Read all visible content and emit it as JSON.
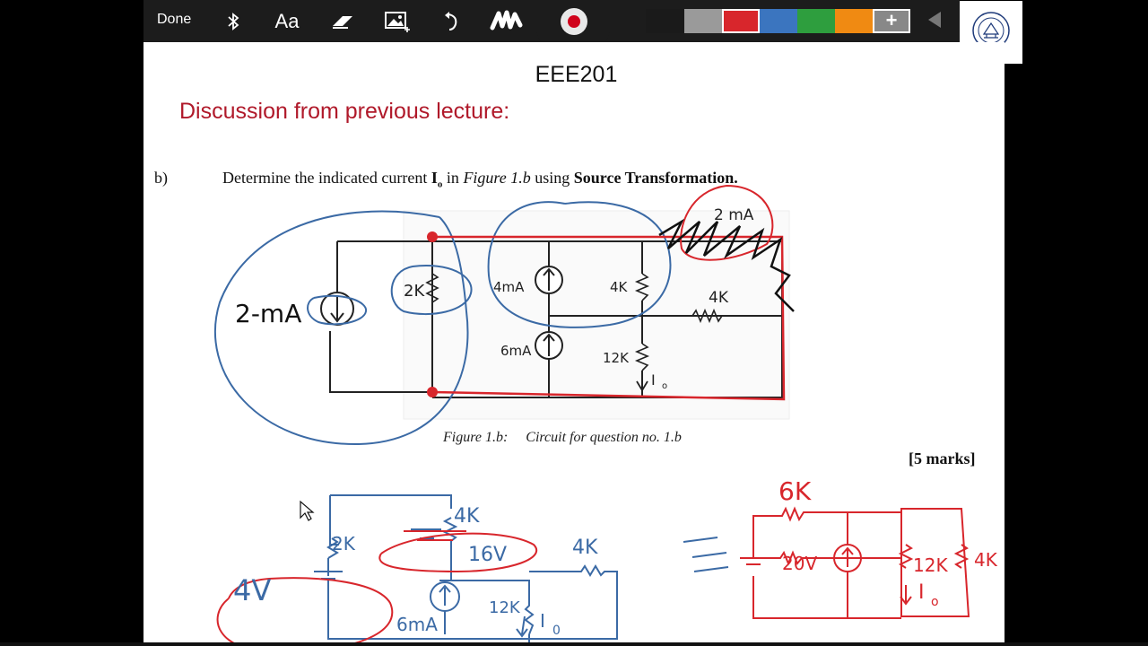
{
  "toolbar": {
    "done_label": "Done",
    "text_tool_label": "Aa",
    "icons": [
      "bluetooth-icon",
      "eraser-icon",
      "image-icon",
      "undo-icon",
      "marker-icon",
      "record-icon",
      "plus-icon",
      "chevron-left-icon"
    ],
    "colors": [
      "#1a1a1a",
      "#9a9a9a",
      "#d8262c",
      "#3b75bf",
      "#2e9e3e",
      "#f08a12"
    ],
    "selected_color": "#d8262c"
  },
  "slide": {
    "title": "EEE201",
    "heading": "Discussion from previous lecture:",
    "question": {
      "label": "b)",
      "text_1": "Determine the indicated current ",
      "current_symbol": "I",
      "current_subscript": "o",
      "text_2": " in ",
      "figure_ref": "Figure 1.b",
      "text_3": " using ",
      "method": "Source Transformation."
    },
    "figure_caption_1": "Figure 1.b:",
    "figure_caption_2": "Circuit for question no. 1.b",
    "marks": "[5 marks]"
  },
  "circuit_labels": {
    "source_2ma": "2 mA",
    "r_2k": "2K",
    "source_4ma": "4mA",
    "r_4k_vertical": "4K",
    "r_4k_horizontal": "4K",
    "source_6ma": "6mA",
    "r_12k": "12K",
    "current_io": "I",
    "current_io_sub": "o"
  },
  "ink_labels": {
    "left_2ma": "2-mA",
    "left_2k": "2K",
    "b_4k_top": "4K",
    "b_2k": "2K",
    "b_16v": "16V",
    "b_4k_right": "4K",
    "b_4v": "4V",
    "b_6ma": "6mA",
    "b_12k": "12K",
    "b_io": "I",
    "b_io_sub": "0",
    "r_6k": "6K",
    "r_20v": "20V",
    "r_12k": "12K",
    "r_4k": "4K",
    "r_io": "I",
    "r_io_sub": "o",
    "equals": "="
  }
}
